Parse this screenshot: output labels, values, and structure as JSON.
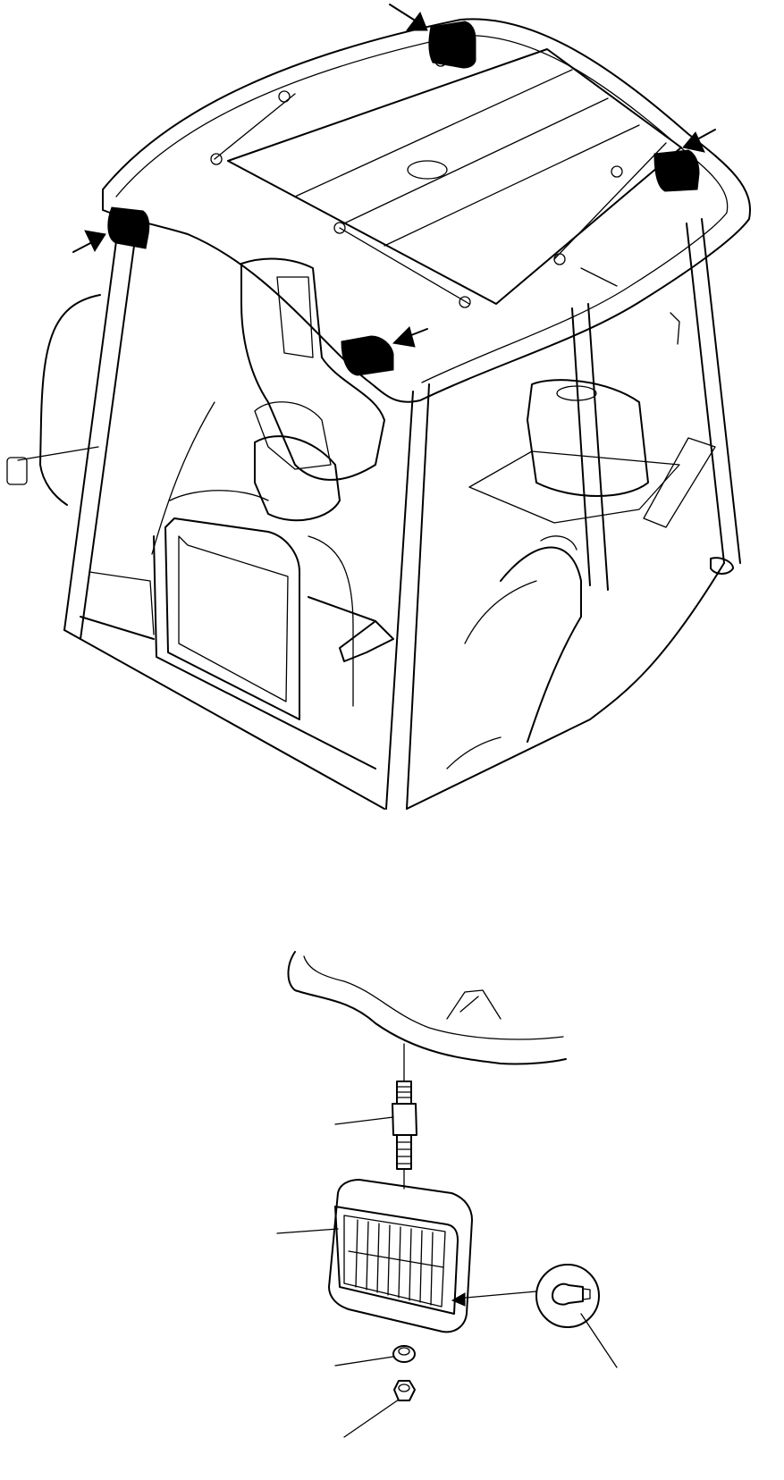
{
  "figure": {
    "top_view": "cab-overview",
    "bottom_view": "work-lamp-exploded",
    "lamp_positions_marked": 4,
    "leader_lines": 5
  },
  "colors": {
    "line": "#000000",
    "background": "#ffffff"
  },
  "icons": [
    "arrow-icon",
    "work-lamp-icon",
    "bulb-icon"
  ]
}
